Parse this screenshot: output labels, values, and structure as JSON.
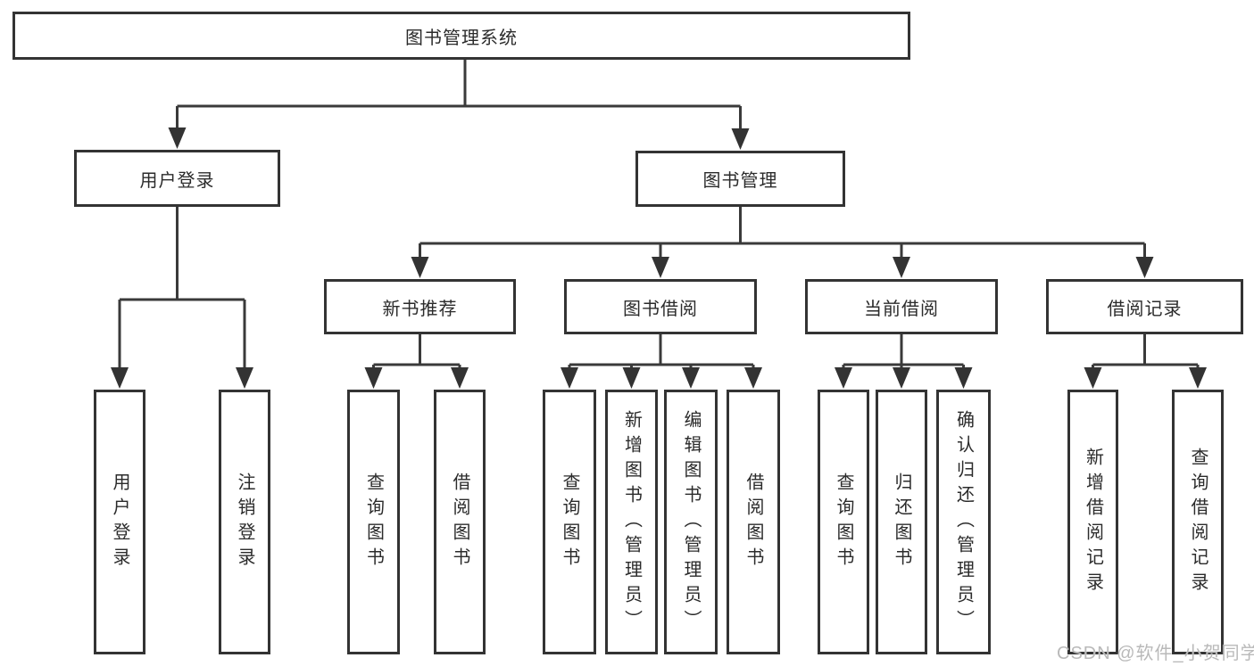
{
  "watermark": "CSDN @软件_小贺同学",
  "colors": {
    "line": "#3a3a3a",
    "box_border": "#333333",
    "text": "#2b2b2b",
    "watermark": "#b9b9b9",
    "background": "#ffffff"
  },
  "chart_data": {
    "type": "tree-diagram",
    "orientation": "top-down",
    "root": "图书管理系统"
  },
  "tree": {
    "root": {
      "label": "图书管理系统",
      "children": [
        {
          "label": "用户登录",
          "children": [
            {
              "label": "用户登录"
            },
            {
              "label": "注销登录"
            }
          ]
        },
        {
          "label": "图书管理",
          "children": [
            {
              "label": "新书推荐",
              "children": [
                {
                  "label": "查询图书"
                },
                {
                  "label": "借阅图书"
                }
              ]
            },
            {
              "label": "图书借阅",
              "children": [
                {
                  "label": "查询图书"
                },
                {
                  "label": "新增图书（管理员）"
                },
                {
                  "label": "编辑图书（管理员）"
                },
                {
                  "label": "借阅图书"
                }
              ]
            },
            {
              "label": "当前借阅",
              "children": [
                {
                  "label": "查询图书"
                },
                {
                  "label": "归还图书"
                },
                {
                  "label": "确认归还（管理员）"
                }
              ]
            },
            {
              "label": "借阅记录",
              "children": [
                {
                  "label": "新增借阅记录"
                },
                {
                  "label": "查询借阅记录"
                }
              ]
            }
          ]
        }
      ]
    }
  }
}
